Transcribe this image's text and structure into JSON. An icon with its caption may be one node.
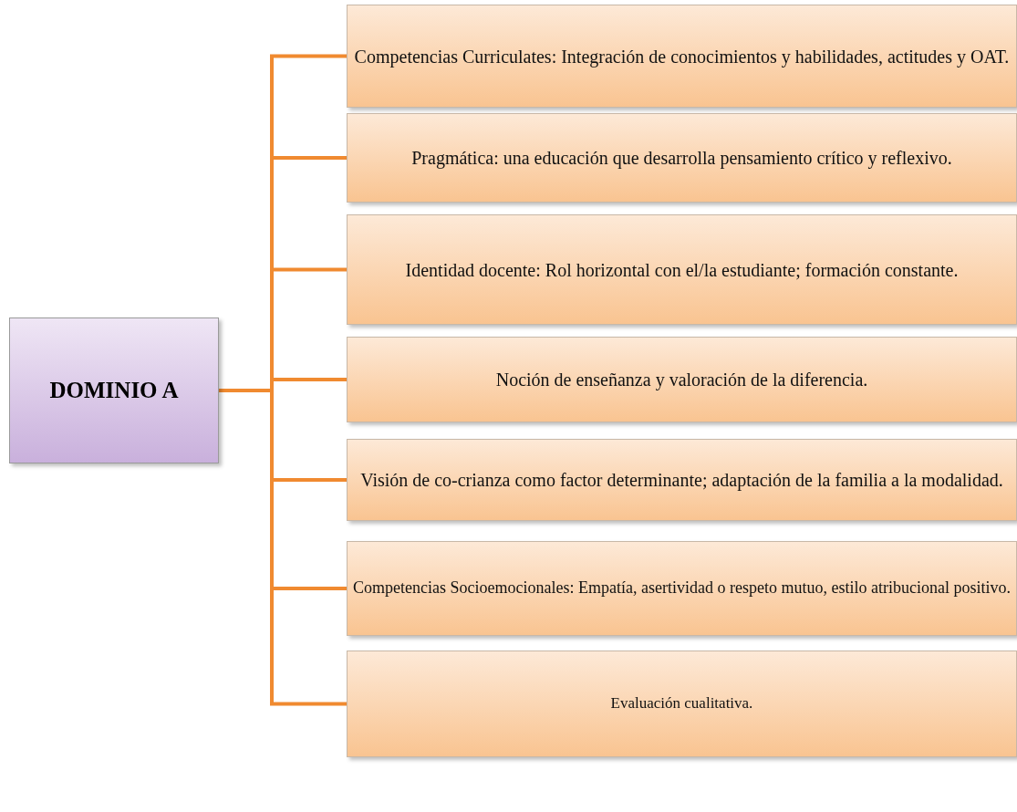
{
  "diagram": {
    "nodes": [
      {
        "text": [
          "DOMINIO A"
        ]
      },
      {
        "text": [
          "Competencias Curriculates: Integración de conocimientos y habilidades, actitudes y OAT."
        ]
      },
      {
        "text": [
          "Pragmática: una educación que desarrolla pensamiento crítico y reflexivo."
        ]
      },
      {
        "text": [
          "Identidad docente: Rol horizontal con el/la estudiante; formación constante."
        ]
      },
      {
        "text": [
          "Noción de enseñanza y valoración de la diferencia."
        ]
      },
      {
        "text": [
          "Visión de co-crianza como factor determinante; adaptación de la familia a la modalidad."
        ]
      },
      {
        "text": [
          "Competencias Socioemocionales: Empatía, asertividad o respeto mutuo, estilo atribucional positivo."
        ]
      },
      {
        "text": [
          "Evaluación cualitativa."
        ]
      }
    ],
    "edges": [
      {
        "from": 0,
        "to": 1,
        "arrow": "none"
      },
      {
        "from": 0,
        "to": 2,
        "arrow": "none"
      },
      {
        "from": 0,
        "to": 3,
        "arrow": "none"
      },
      {
        "from": 0,
        "to": 4,
        "arrow": "none"
      },
      {
        "from": 0,
        "to": 5,
        "arrow": "none"
      },
      {
        "from": 0,
        "to": 6,
        "arrow": "none"
      },
      {
        "from": 0,
        "to": 7,
        "arrow": "none"
      }
    ]
  }
}
